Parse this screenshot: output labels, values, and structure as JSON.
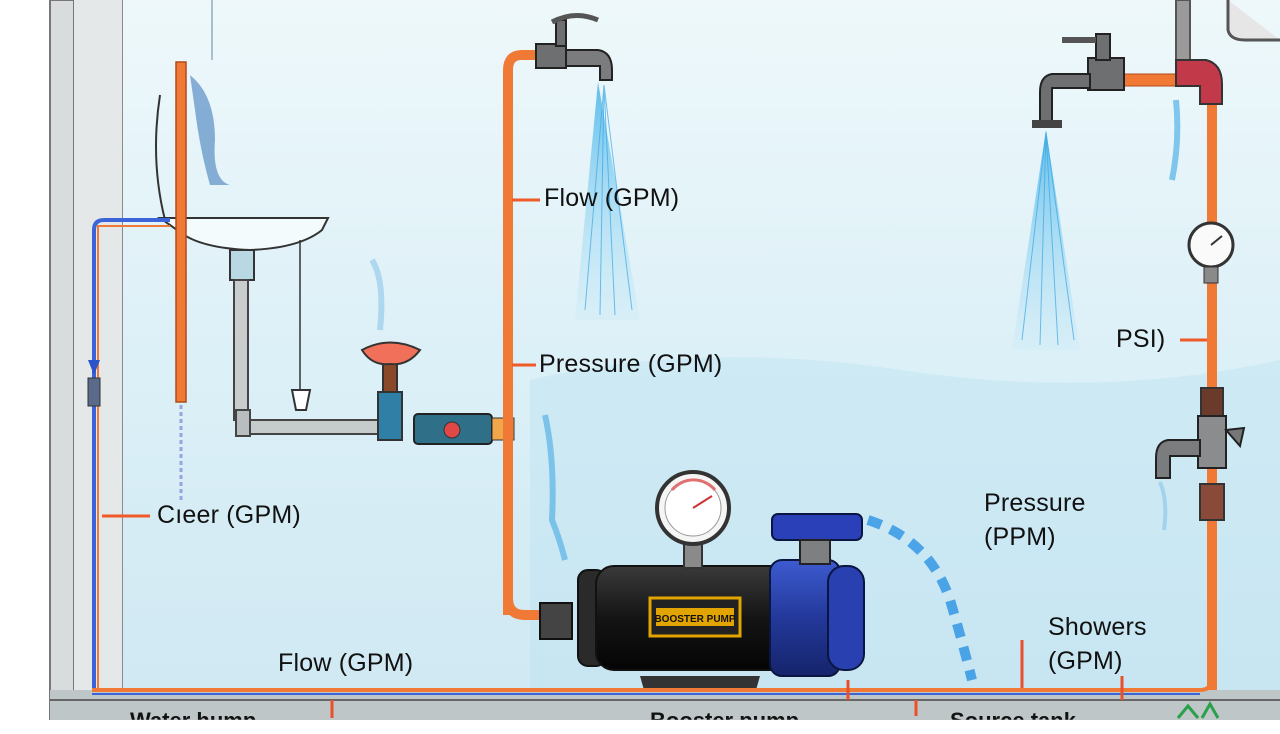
{
  "diagram": {
    "labels": {
      "flow_top": "Flow (GPM)",
      "pressure_mid": "Pressure (GPM)",
      "other_left": "Cıeer (GPM)",
      "psi": "PSI)",
      "pressure_right_line1": "Pressure",
      "pressure_right_line2": "(PPM)",
      "showers_line1": "Showers",
      "showers_line2": "(GPM)",
      "flow_bottom": "Flow (GPM)"
    },
    "bottom_labels": {
      "left": "Water hump",
      "center": "Booster pump",
      "right": "Source tank"
    },
    "pump_plate": "BOOSTER PUMP",
    "colors": {
      "hot_pipe": "#f07a35",
      "cold_pipe": "#3a64d8",
      "water": "#38a8e8",
      "pump_body": "#1b1b1b",
      "motor": "#2b43a8",
      "background": "#dbeef6"
    }
  }
}
